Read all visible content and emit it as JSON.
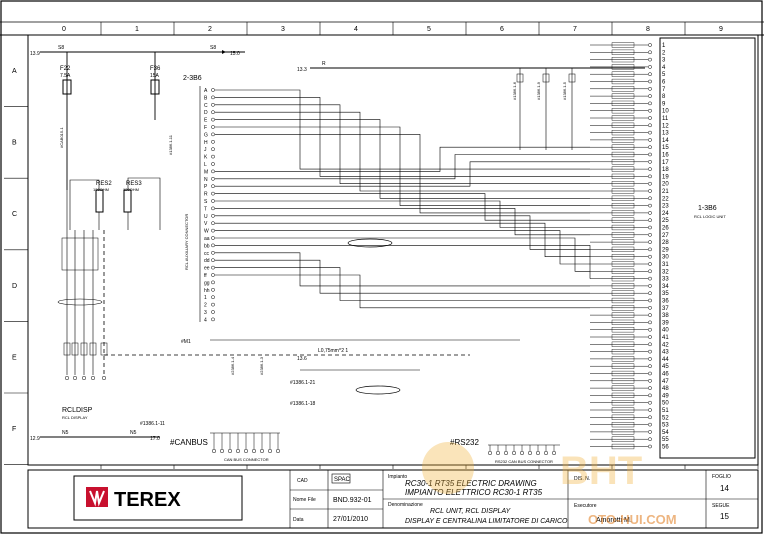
{
  "frame": {
    "columns": [
      "0",
      "1",
      "2",
      "3",
      "4",
      "5",
      "6",
      "7",
      "8",
      "9"
    ],
    "rows": [
      "A",
      "B",
      "C",
      "D",
      "E",
      "F"
    ]
  },
  "wires": {
    "left_top": "13.9",
    "top_s8_1": "S8",
    "top_s8_2": "S8",
    "right_15": "15.0",
    "left_bottom": "12.9",
    "bot_n5_1": "N5",
    "bot_n5_2": "N5",
    "right_17": "17.0",
    "a_13_3": "13.3",
    "a_r": "R",
    "l075": "L0,75mm^2 1",
    "b136": "13.6"
  },
  "fuses": {
    "f22": "F22",
    "f22_rating": "7.5A",
    "f36": "F36",
    "f36_rating": "15A"
  },
  "resistors": {
    "res2": "RES2",
    "res2_val": "120OHM",
    "res3": "RES3",
    "res3_val": "120OHM"
  },
  "connector_2_3b6": {
    "label": "2-3B6",
    "side_label": "RCL AUXILIARY CONNECTOR",
    "pins": [
      "A",
      "B",
      "C",
      "D",
      "E",
      "F",
      "G",
      "H",
      "J",
      "K",
      "L",
      "M",
      "N",
      "P",
      "R",
      "S",
      "T",
      "U",
      "V",
      "W",
      "aa",
      "bb",
      "cc",
      "dd",
      "ee",
      "ff",
      "gg",
      "hh",
      "1",
      "2",
      "3",
      "4"
    ]
  },
  "connector_1_3b6": {
    "label": "1-3B6",
    "sub": "RCL LOGIC UNIT",
    "pins": [
      "1",
      "2",
      "3",
      "4",
      "5",
      "6",
      "7",
      "8",
      "9",
      "10",
      "11",
      "12",
      "13",
      "14",
      "15",
      "16",
      "17",
      "18",
      "19",
      "20",
      "21",
      "22",
      "23",
      "24",
      "25",
      "26",
      "27",
      "28",
      "29",
      "30",
      "31",
      "32",
      "33",
      "34",
      "35",
      "36",
      "37",
      "38",
      "39",
      "40",
      "41",
      "42",
      "43",
      "44",
      "45",
      "46",
      "47",
      "48",
      "49",
      "50",
      "51",
      "52",
      "53",
      "54",
      "55",
      "56"
    ]
  },
  "rcldisp": {
    "label": "RCLDISP",
    "sub": "RCL DISPLAY"
  },
  "canbus": {
    "label": "#CANBUS",
    "sub": "CAN BUS CONNECTOR"
  },
  "rs232": {
    "label": "#RS232",
    "sub": "RS232 CAN BUS CONNECTOR"
  },
  "refs": {
    "r1": "#1386.1-11",
    "r2": "#1386.1-21",
    "r3": "#1386.1-18",
    "r4": "#CAB015-1",
    "r5": "#2386.1-4",
    "r6": "#2386.1-3",
    "r7": "#M1",
    "r8": "#1386.1-5",
    "r9": "#1386.1-6",
    "r10": "#1386.1-9"
  },
  "title_block": {
    "logo": "TEREX",
    "cad_label": "CAD",
    "cad_value": "SPAC",
    "name_label": "Nome File",
    "name_value": "BND.932-01",
    "date_label": "Data",
    "date_value": "27/01/2010",
    "impianto_label": "Impianto",
    "impianto_1": "RC30-1  RT35  ELECTRIC  DRAWING",
    "impianto_2": "IMPIANTO ELETTRICO RC30-1  RT35",
    "denom_label": "Denominazione",
    "denom_1": "RCL UNIT, RCL DISPLAY",
    "denom_2": "DISPLAY E CENTRALINA LIMITATORE DI CARICO",
    "dis_label": "DIS. N.",
    "esecutore_label": "Esecutore",
    "esecutore_value": "Amorotti M.",
    "foglio_label": "FOGLIO",
    "foglio_value": "14",
    "segue_label": "SEGUE",
    "segue_value": "15"
  },
  "watermark": {
    "text": "OTO-HUI.COM"
  }
}
